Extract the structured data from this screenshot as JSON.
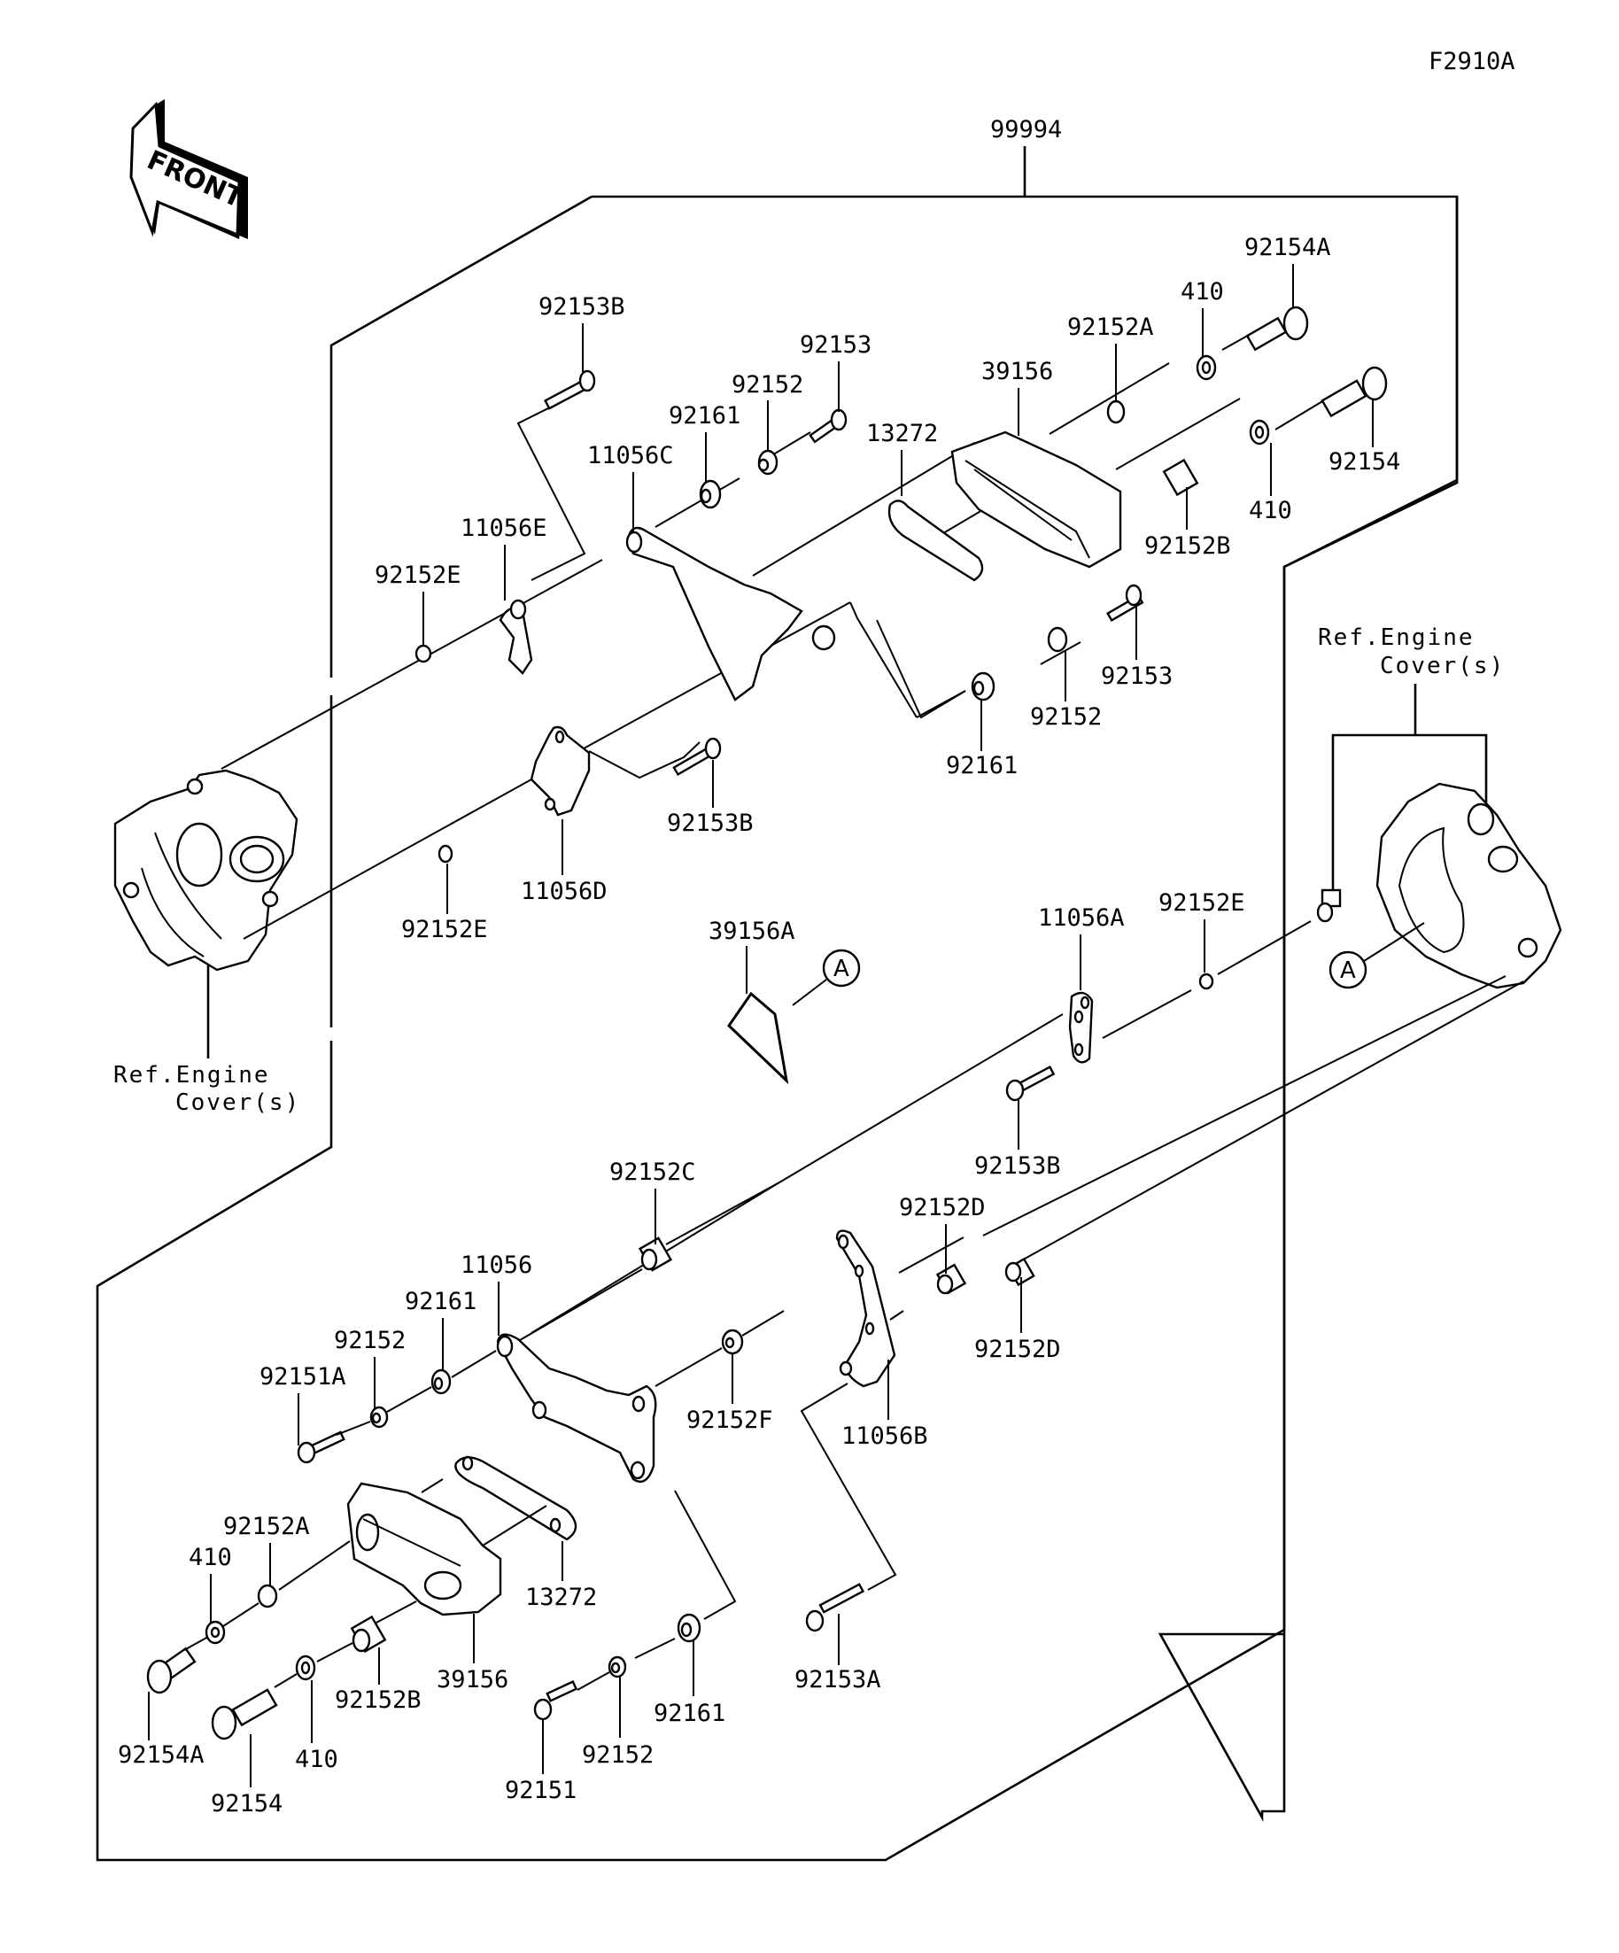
{
  "diagram": {
    "figure_code": "F2910A",
    "front_indicator": "FRONT",
    "assembly_number": "99994",
    "ref_engine_cover_line1": "Ref.Engine",
    "ref_engine_cover_line2": "Cover(s)",
    "reference_marker": "A"
  },
  "upper_left_assembly": {
    "labels": [
      {
        "id": "92153B",
        "text": "92153B"
      },
      {
        "id": "92153",
        "text": "92153"
      },
      {
        "id": "92152",
        "text": "92152"
      },
      {
        "id": "92161",
        "text": "92161"
      },
      {
        "id": "11056C",
        "text": "11056C"
      },
      {
        "id": "11056E",
        "text": "11056E"
      },
      {
        "id": "92152E",
        "text": "92152E"
      },
      {
        "id": "13272",
        "text": "13272"
      },
      {
        "id": "39156",
        "text": "39156"
      },
      {
        "id": "92152A",
        "text": "92152A"
      },
      {
        "id": "410a",
        "text": "410"
      },
      {
        "id": "92154A",
        "text": "92154A"
      },
      {
        "id": "92154",
        "text": "92154"
      },
      {
        "id": "410b",
        "text": "410"
      },
      {
        "id": "92152B",
        "text": "92152B"
      },
      {
        "id": "92153r",
        "text": "92153"
      },
      {
        "id": "92152r",
        "text": "92152"
      },
      {
        "id": "92161r",
        "text": "92161"
      },
      {
        "id": "92153B2",
        "text": "92153B"
      },
      {
        "id": "11056D",
        "text": "11056D"
      },
      {
        "id": "92152E2",
        "text": "92152E"
      }
    ]
  },
  "middle_section": {
    "labels": [
      {
        "id": "39156A",
        "text": "39156A"
      },
      {
        "id": "11056A",
        "text": "11056A"
      },
      {
        "id": "92152E3",
        "text": "92152E"
      },
      {
        "id": "92153B3",
        "text": "92153B"
      }
    ]
  },
  "lower_assembly": {
    "labels": [
      {
        "id": "92152C",
        "text": "92152C"
      },
      {
        "id": "92152D",
        "text": "92152D"
      },
      {
        "id": "92152D2",
        "text": "92152D"
      },
      {
        "id": "11056",
        "text": "11056"
      },
      {
        "id": "92161",
        "text": "92161"
      },
      {
        "id": "92152",
        "text": "92152"
      },
      {
        "id": "92151A",
        "text": "92151A"
      },
      {
        "id": "92152F",
        "text": "92152F"
      },
      {
        "id": "11056B",
        "text": "11056B"
      },
      {
        "id": "92152A",
        "text": "92152A"
      },
      {
        "id": "410a",
        "text": "410"
      },
      {
        "id": "13272",
        "text": "13272"
      },
      {
        "id": "39156",
        "text": "39156"
      },
      {
        "id": "92154A",
        "text": "92154A"
      },
      {
        "id": "92152B",
        "text": "92152B"
      },
      {
        "id": "410b",
        "text": "410"
      },
      {
        "id": "92154",
        "text": "92154"
      },
      {
        "id": "92152b",
        "text": "92152"
      },
      {
        "id": "92161b",
        "text": "92161"
      },
      {
        "id": "92151",
        "text": "92151"
      },
      {
        "id": "92153A",
        "text": "92153A"
      }
    ]
  }
}
